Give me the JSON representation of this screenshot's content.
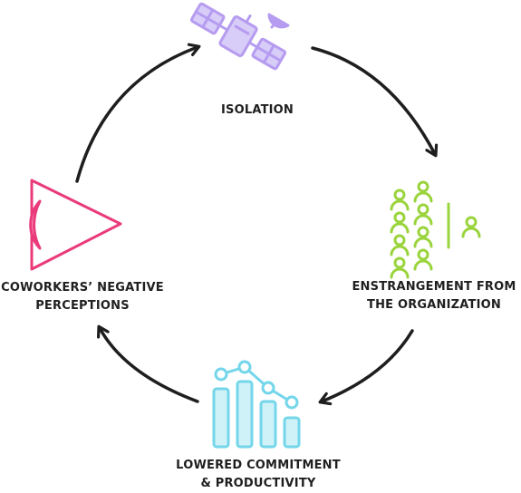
{
  "stages": [
    {
      "id": "isolation",
      "icon": "satellite-icon",
      "color": "#b69cf0",
      "lines": [
        "ISOLATION"
      ]
    },
    {
      "id": "enstrangement",
      "icon": "people-group-icon",
      "color": "#9ad43c",
      "lines": [
        "ENSTRANGEMENT FROM",
        "THE ORGANIZATION"
      ]
    },
    {
      "id": "lowered",
      "icon": "bar-chart-icon",
      "color": "#74d6ea",
      "lines": [
        "LOWERED COMMITMENT",
        "& PRODUCTIVITY"
      ]
    },
    {
      "id": "perceptions",
      "icon": "eye-icon",
      "color": "#ea3a7a",
      "lines": [
        "COWORKERS’ NEGATIVE",
        "PERCEPTIONS"
      ]
    }
  ],
  "arrow_color": "#1e1e1e",
  "text_color": "#1f1f1f"
}
